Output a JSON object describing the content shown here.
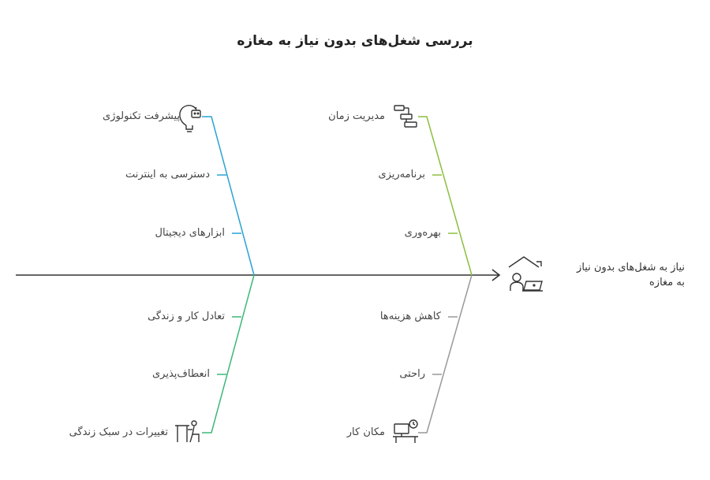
{
  "title": "بررسی شغل‌های بدون نیاز به مغازه",
  "head": {
    "label": "نیاز به شغل‌های بدون نیاز به مغازه",
    "icon": "home-office-icon"
  },
  "branches": {
    "technology": {
      "color": "#2ba3d3",
      "items": [
        "پیشرفت تکنولوژی",
        "دسترسی به اینترنت",
        "ابزارهای دیجیتال"
      ],
      "icon": "lightbulb-robot-icon"
    },
    "time": {
      "color": "#8cbf3f",
      "items": [
        "مدیریت زمان",
        "برنامه‌ریزی",
        "بهره‌وری"
      ],
      "icon": "gantt-schedule-icon"
    },
    "lifestyle": {
      "color": "#3cb878",
      "items": [
        "تعادل کار و زندگی",
        "انعطاف‌پذیری",
        "تغییرات در سبک زندگی"
      ],
      "icon": "desk-worker-icon"
    },
    "workspace": {
      "color": "#999999",
      "items": [
        "کاهش هزینه‌ها",
        "راحتی",
        "مکان کار"
      ],
      "icon": "computer-clock-icon"
    }
  }
}
